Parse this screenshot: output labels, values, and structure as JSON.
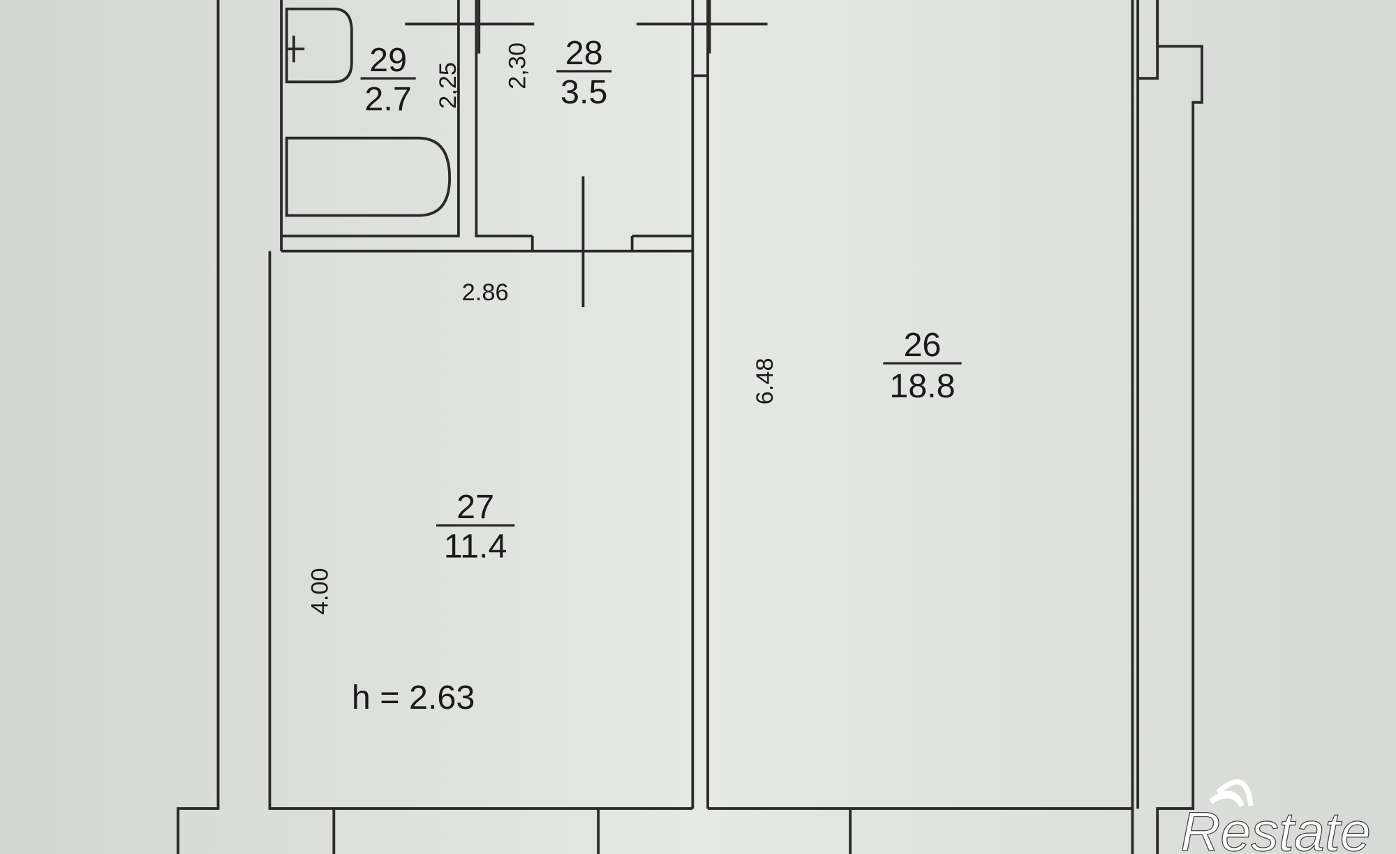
{
  "rooms": [
    {
      "number": "29",
      "area": "2.7"
    },
    {
      "number": "28",
      "area": "3.5"
    },
    {
      "number": "27",
      "area": "11.4"
    },
    {
      "number": "26",
      "area": "18.8"
    }
  ],
  "dimensions": {
    "bath_width": "2,25",
    "corridor_width": "2,30",
    "hall_width": "2.86",
    "room_length": "6.48",
    "hall_length": "4.00"
  },
  "ceiling_height": "h = 2.63",
  "watermark": "Restate"
}
